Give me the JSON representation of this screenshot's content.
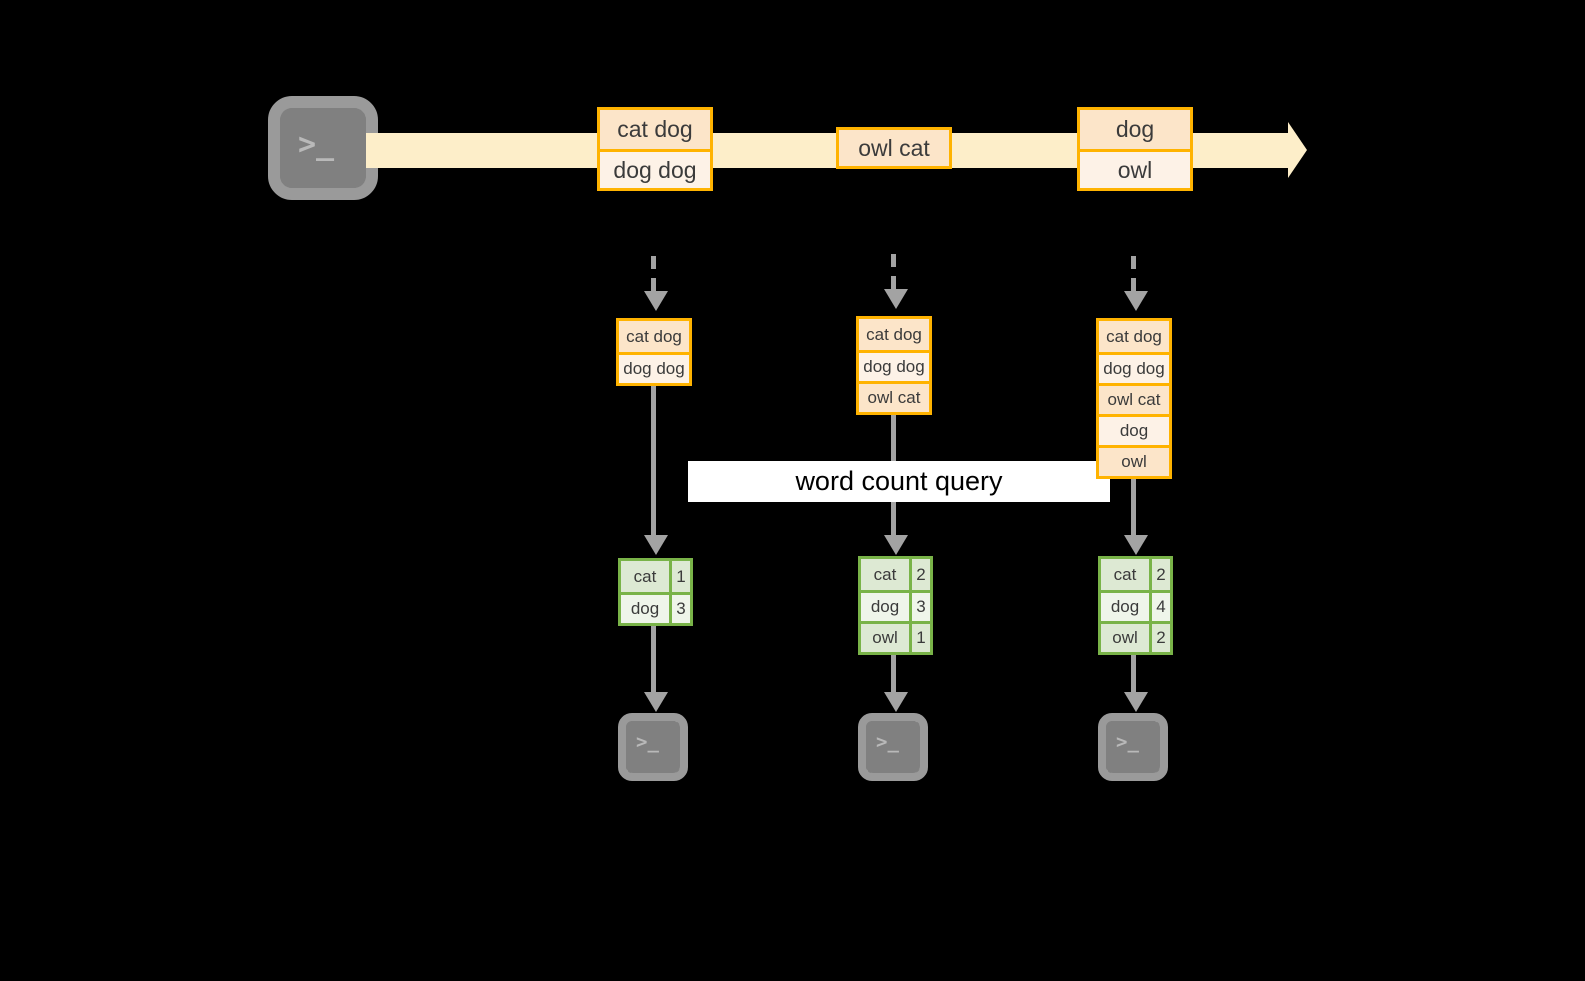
{
  "diagram": {
    "title": "word count query",
    "colors": {
      "background": "#000000",
      "stream_fill": "#fdeec9",
      "record_border": "#ffb300",
      "record_fill_dark": "#fce5c9",
      "record_fill_light": "#fdf2e7",
      "table_border": "#79b348",
      "table_fill_dark": "#dde9d3",
      "table_fill_light": "#eff5ea",
      "arrow_gray": "#a3a3a3",
      "terminal_gray": "#808080",
      "label_background": "#ffffff",
      "text": "#3b3b3b"
    },
    "producer": {
      "icon": "terminal-icon",
      "glyph": ">_"
    },
    "stream": {
      "icon": "right-arrow-icon",
      "records": [
        {
          "id": "record-group-1",
          "lines": [
            {
              "text": "cat dog",
              "shade": "dark"
            },
            {
              "text": "dog dog",
              "shade": "light"
            }
          ]
        },
        {
          "id": "record-group-2",
          "lines": [
            {
              "text": "owl cat",
              "shade": "dark"
            }
          ]
        },
        {
          "id": "record-group-3",
          "lines": [
            {
              "text": "dog",
              "shade": "dark"
            },
            {
              "text": "owl",
              "shade": "light"
            }
          ]
        }
      ]
    },
    "snapshots": [
      {
        "id": "snapshot-1",
        "lines": [
          {
            "text": "cat dog",
            "shade": "dark"
          },
          {
            "text": "dog dog",
            "shade": "light"
          }
        ]
      },
      {
        "id": "snapshot-2",
        "lines": [
          {
            "text": "cat dog",
            "shade": "dark"
          },
          {
            "text": "dog dog",
            "shade": "light"
          },
          {
            "text": "owl cat",
            "shade": "dark"
          }
        ]
      },
      {
        "id": "snapshot-3",
        "lines": [
          {
            "text": "cat dog",
            "shade": "dark"
          },
          {
            "text": "dog dog",
            "shade": "light"
          },
          {
            "text": "owl cat",
            "shade": "dark"
          },
          {
            "text": "dog",
            "shade": "light"
          },
          {
            "text": "owl",
            "shade": "dark"
          }
        ]
      }
    ],
    "results": [
      {
        "id": "result-1",
        "rows": [
          {
            "word": "cat",
            "count": "1",
            "shade": "dark"
          },
          {
            "word": "dog",
            "count": "3",
            "shade": "light"
          }
        ]
      },
      {
        "id": "result-2",
        "rows": [
          {
            "word": "cat",
            "count": "2",
            "shade": "dark"
          },
          {
            "word": "dog",
            "count": "3",
            "shade": "light"
          },
          {
            "word": "owl",
            "count": "1",
            "shade": "dark"
          }
        ]
      },
      {
        "id": "result-3",
        "rows": [
          {
            "word": "cat",
            "count": "2",
            "shade": "dark"
          },
          {
            "word": "dog",
            "count": "4",
            "shade": "light"
          },
          {
            "word": "owl",
            "count": "2",
            "shade": "dark"
          }
        ]
      }
    ],
    "consumers": [
      {
        "id": "consumer-1",
        "icon": "terminal-icon",
        "glyph": ">_"
      },
      {
        "id": "consumer-2",
        "icon": "terminal-icon",
        "glyph": ">_"
      },
      {
        "id": "consumer-3",
        "icon": "terminal-icon",
        "glyph": ">_"
      }
    ]
  }
}
